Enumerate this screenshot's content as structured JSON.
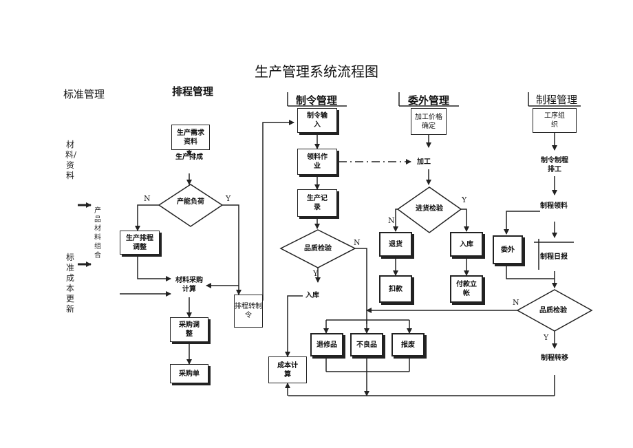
{
  "title": "生产管理系统流程图",
  "headers": {
    "standard": "标准管理",
    "scheduling": "排程管理",
    "order": "制令管理",
    "outsource": "委外管理",
    "process": "制程管理"
  },
  "side_labels": {
    "materials": "材料/资料",
    "product_materials": "产品材料组合",
    "standard_cost": "标准成本更新"
  },
  "scheduling": {
    "demand": "生产需求资料",
    "schedule": "生产排成",
    "capacity": "产能负荷",
    "adjust": "生产排程调整",
    "material_calc": "材料采购计算",
    "purchase_adjust": "采购调整",
    "purchase_order": "采购单"
  },
  "order": {
    "to_order": "排程转制令",
    "input": "制令输入",
    "pick": "领料作业",
    "record": "生产记录",
    "qc": "品质检验",
    "warehouse": "入库",
    "cost": "成本计算"
  },
  "outsource": {
    "price": "加工价格确定",
    "process": "加工",
    "incoming_qc": "进货检验",
    "return": "退货",
    "deduct": "扣款",
    "warehouse": "入库",
    "payment": "付款立帐"
  },
  "defects": {
    "repair": "退修品",
    "defective": "不良品",
    "scrap": "报废"
  },
  "process": {
    "org": "工序组织",
    "order_sched": "制令制程排工",
    "pick": "制程领料",
    "outsource": "委外",
    "daily": "制程日报",
    "qc": "品质检验",
    "transfer": "制程转移"
  },
  "decision_labels": {
    "yes": "Y",
    "no": "N"
  }
}
